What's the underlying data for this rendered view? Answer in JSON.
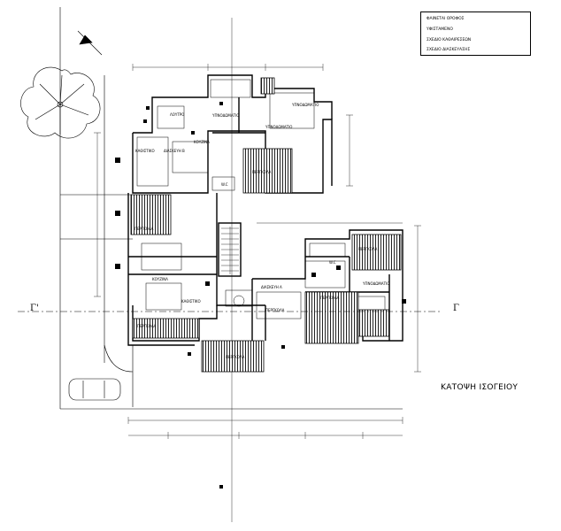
{
  "legend": {
    "items": [
      "ΦΑΙΝΕΤΑΙ ΟΡΟΦΟΣ",
      "ΥΦΙΣΤΑΜΕΝΟ",
      "ΣΧΕΔΙΟ ΚΑΘΑΙΡΕΣΕΩΝ",
      "ΣΧΕΔΙΟ ΔΙΑΣΚΕΥΑΣΗΣ"
    ]
  },
  "drawing": {
    "title": "ΚΑΤΟΨΗ ΙΣΟΓΕΙΟΥ",
    "section_left": "Γ'",
    "section_right": "Γ"
  },
  "rooms": {
    "r1": "ΥΠΝΟΔΩΜΑΤΙΟ",
    "r2": "ΥΠΝΟΔΩΜΑΤΙΟ",
    "r3": "ΛΟΥΤΡΟ",
    "r4": "ΚΟΥΖΙΝΑ",
    "r5": "ΚΑΘΙΣΤΙΚΟ",
    "r6": "ΔΙΑΣΚΕΥΗ Β",
    "r7": "ΠΕΡΓΚΟΛΑ",
    "r8": "ΠΕΡΓΚΟΛΑ",
    "r9": "W.C",
    "r10": "ΥΠΝΟΔΩΜΑΤΙΟ",
    "r11": "ΠΕΡΓΚΟΛΑ",
    "r12": "ΚΟΥΖΙΝΑ",
    "r13": "ΚΑΘΙΣΤΙΚΟ",
    "r14": "ΔΙΑΣΚΕΥΗ Α",
    "r15": "ΥΠΝΟΔΩΜΑΤΙΟ",
    "r16": "ΠΕΡΓΚΟΛΑ",
    "r17": "ΠΕΡΓΚΟΛΑ",
    "r18": "ΠΕΡΓΚΟΛΑ",
    "r19": "W.C",
    "r20": "ΠΕΡΓΚΟΛΑ"
  },
  "colors": {
    "line": "#000000",
    "hatch": "#444444",
    "light": "#888888"
  }
}
